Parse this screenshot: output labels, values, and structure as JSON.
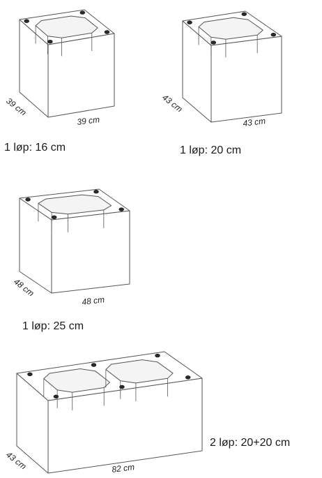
{
  "colors": {
    "stroke": "#555555",
    "wall": "#ffffff",
    "bolt": "#2b2b2b",
    "text": "#1a1a1a"
  },
  "blocks": [
    {
      "depth_label": "39 cm",
      "width_label": "39 cm",
      "caption": "1 løp: 16 cm",
      "flues": 1
    },
    {
      "depth_label": "43 cm",
      "width_label": "43 cm",
      "caption": "1 løp: 20 cm",
      "flues": 1
    },
    {
      "depth_label": "48 cm",
      "width_label": "48 cm",
      "caption": "1 løp: 25 cm",
      "flues": 1
    },
    {
      "depth_label": "43 cm",
      "width_label": "82 cm",
      "caption": "2 løp: 20+20 cm",
      "flues": 2
    }
  ]
}
